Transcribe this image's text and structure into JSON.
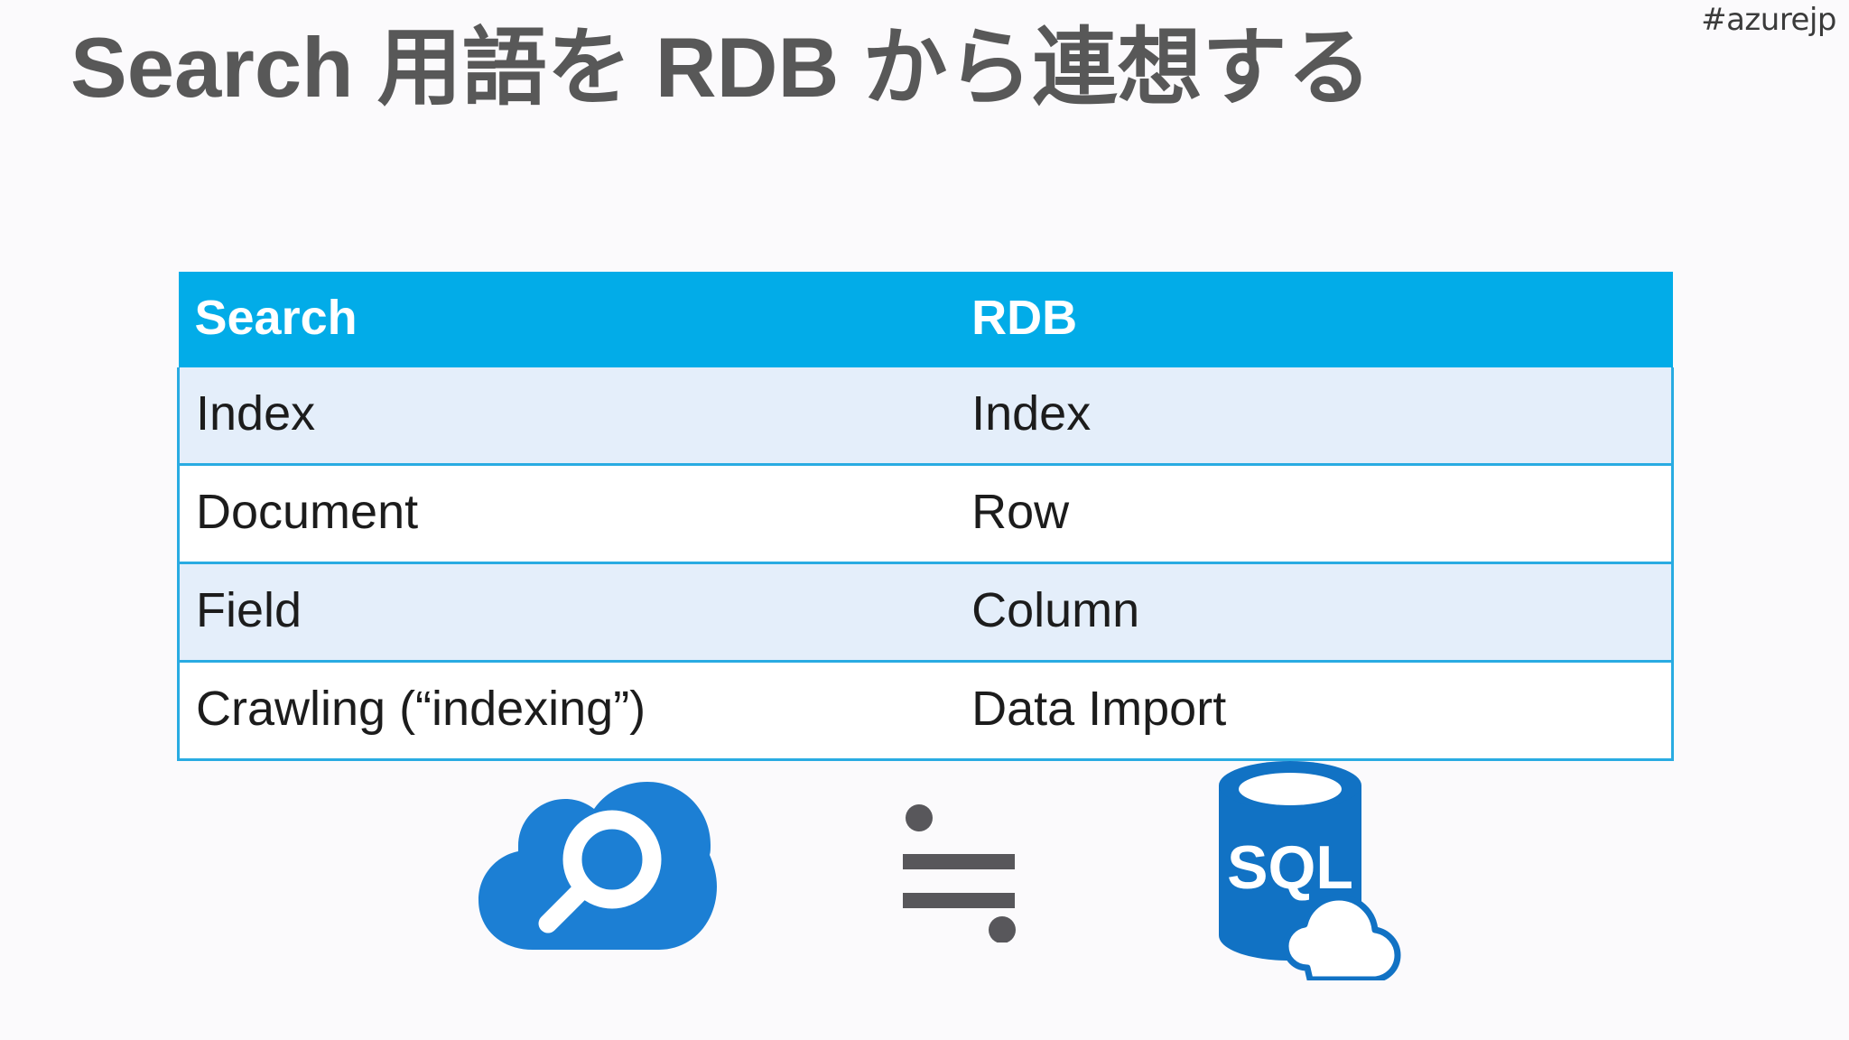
{
  "slide": {
    "hashtag": "#azurejp",
    "title": "Search 用語を RDB から連想する",
    "background_color": "#FBFAFC",
    "title_color": "#585858"
  },
  "table": {
    "header_bg": "#02ACE8",
    "header_text_color": "#FFFFFF",
    "border_color": "#29ABE2",
    "alt_row_bg": "#E4EEFA",
    "row_bg": "#FFFFFF",
    "columns": [
      "Search",
      "RDB"
    ],
    "rows": [
      {
        "search": "Index",
        "rdb": "Index"
      },
      {
        "search": "Document",
        "rdb": "Row"
      },
      {
        "search": "Field",
        "rdb": "Column"
      },
      {
        "search": "Crawling (“indexing”)",
        "rdb": "Data Import"
      }
    ]
  },
  "icons": {
    "search_service": {
      "name": "azure-search-cloud-icon",
      "label": "Azure Search",
      "color": "#1C7FD4",
      "glyph_color": "#FFFFFF"
    },
    "approximately_equal": {
      "name": "approximately-equal-icon",
      "label": "≒",
      "color": "#58575B"
    },
    "sql_database": {
      "name": "azure-sql-database-icon",
      "label": "SQL",
      "color": "#1172C4",
      "glyph_color": "#FFFFFF"
    }
  }
}
